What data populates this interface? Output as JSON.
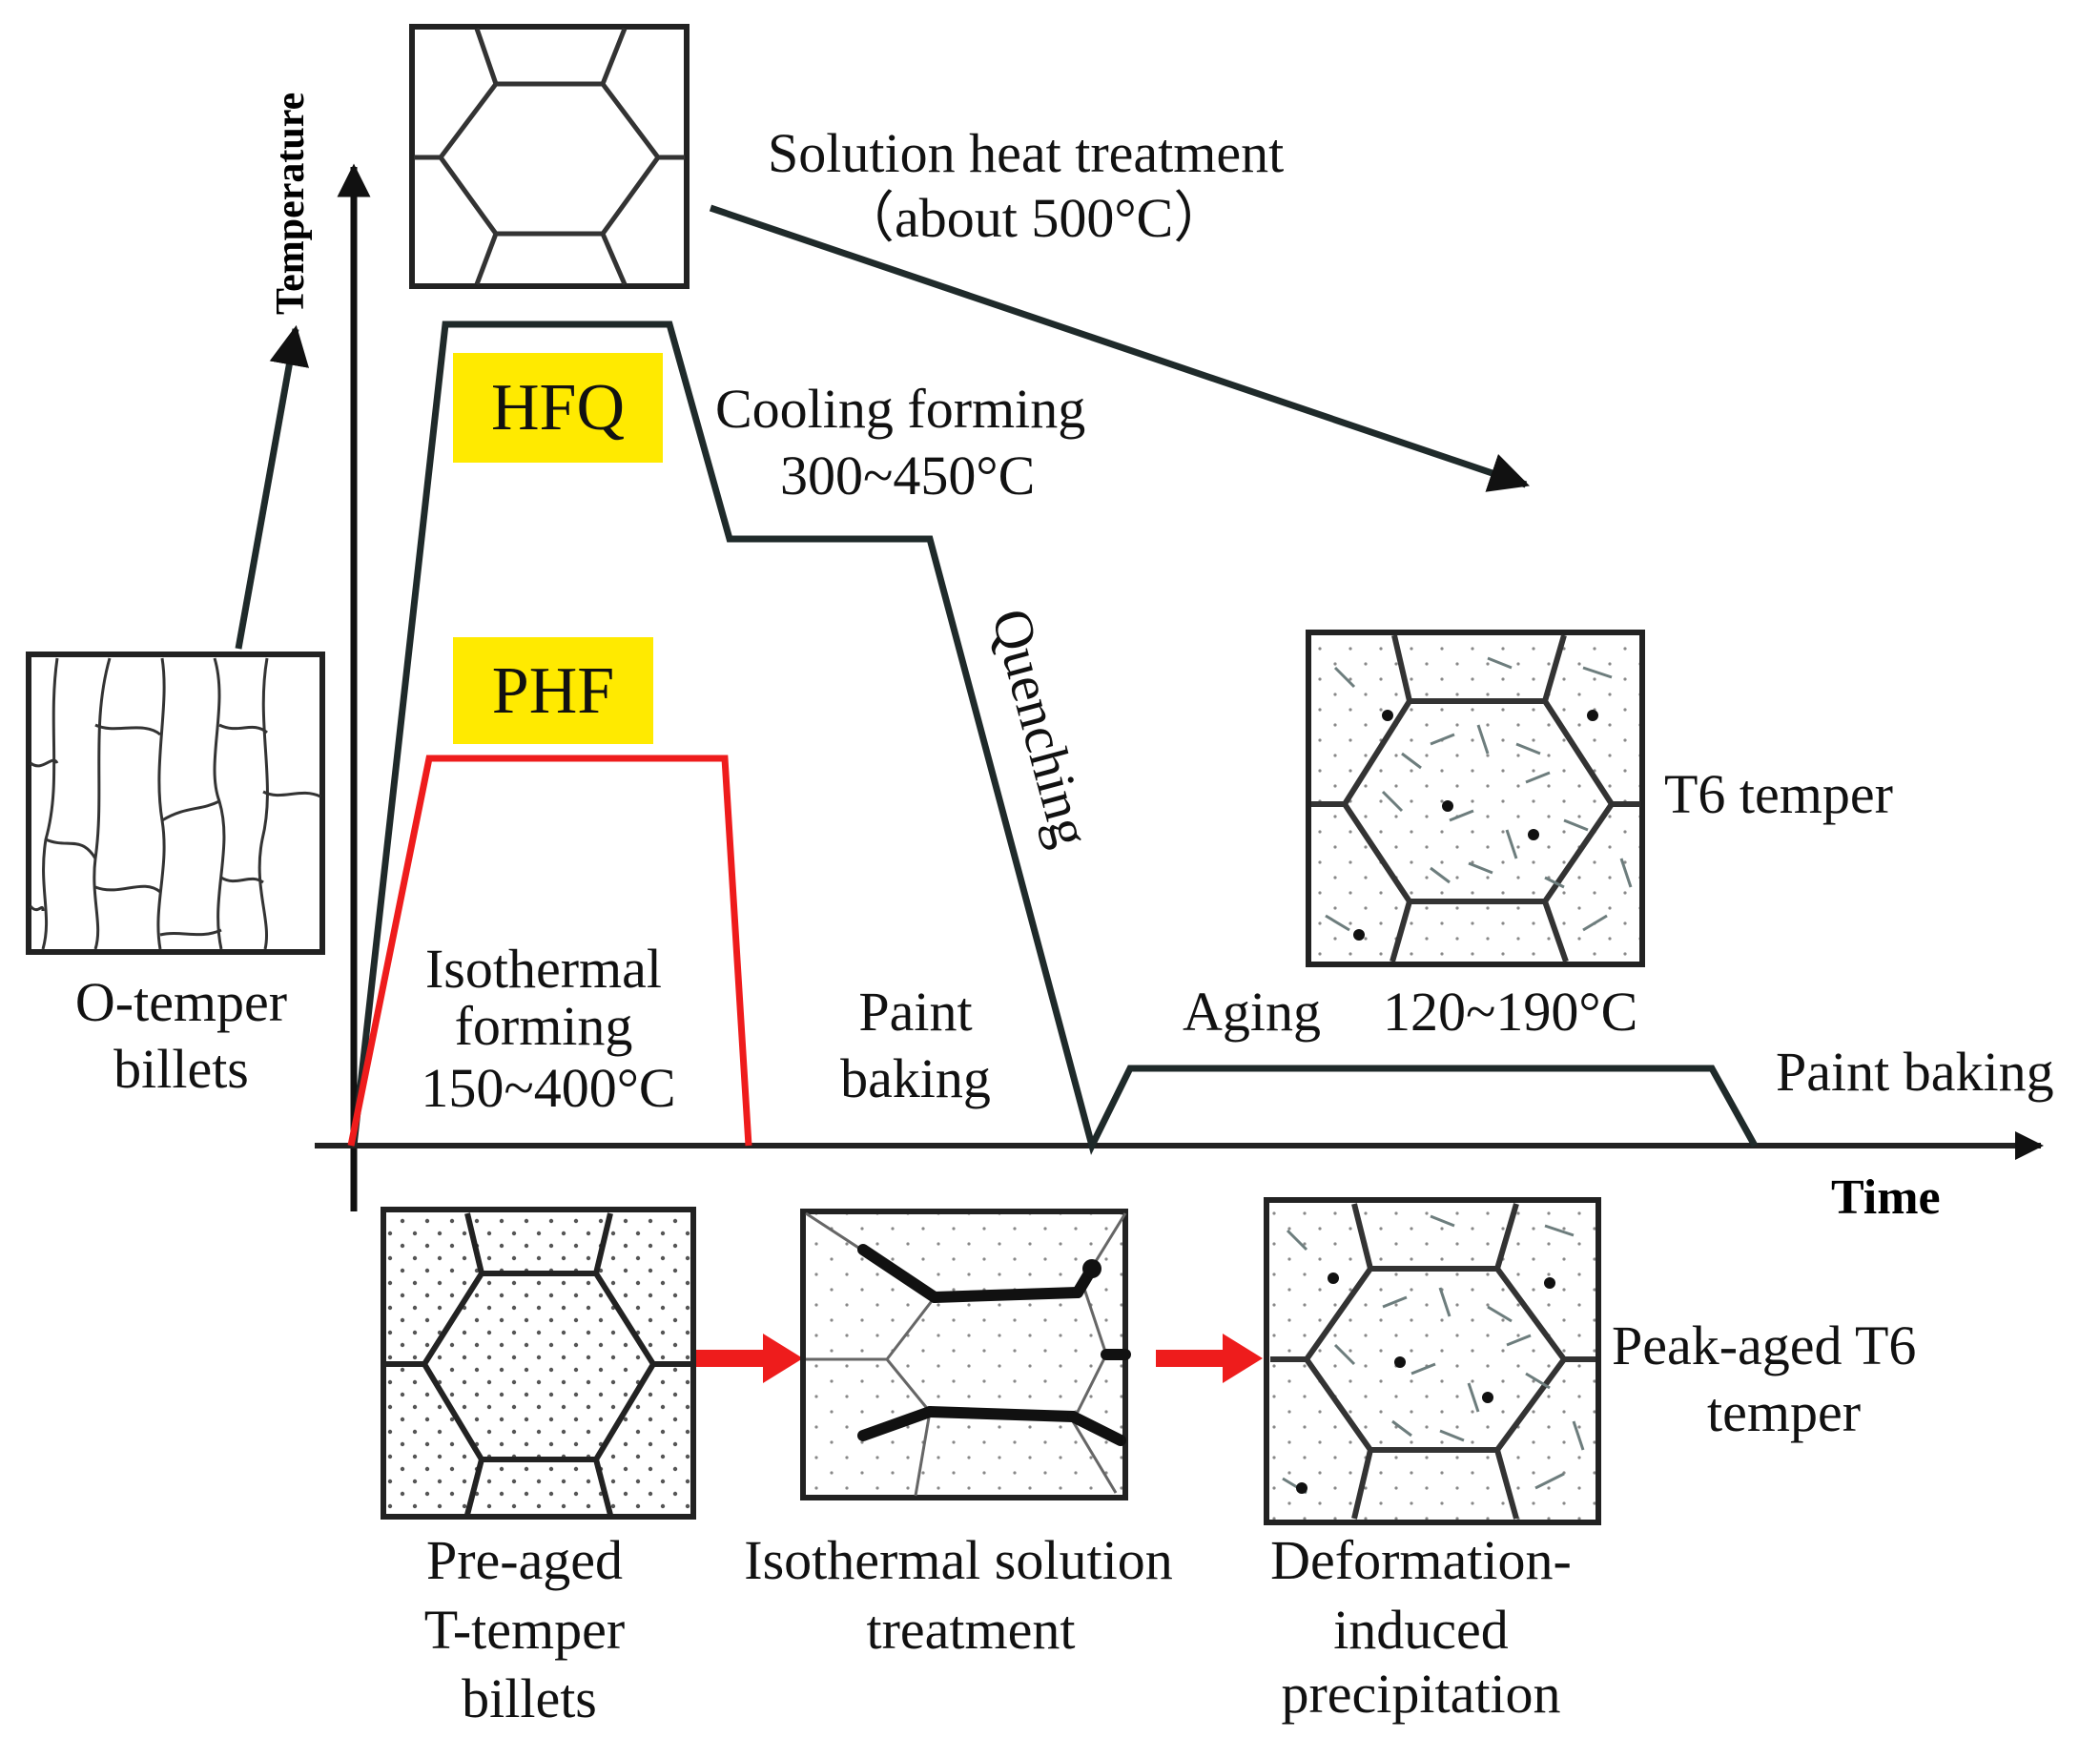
{
  "axes": {
    "y_label": "Temperature",
    "x_label": "Time"
  },
  "processes": {
    "hfq": "HFQ",
    "phf": "PHF"
  },
  "labels": {
    "solution_line1": "Solution heat treatment",
    "solution_line2": "（about 500°C）",
    "cooling_line1": "Cooling forming",
    "cooling_line2": "300~450°C",
    "quenching": "Quenching",
    "t6_temper": "T6 temper",
    "aging": "Aging",
    "aging_temp": "120~190°C",
    "paint_baking_right": "Paint baking",
    "paint_baking_mid_line1": "Paint",
    "paint_baking_mid_line2": "baking",
    "isothermal_line1": "Isothermal",
    "isothermal_line2": "forming",
    "isothermal_line3": "150~400°C",
    "o_temper_line1": "O-temper",
    "o_temper_line2": "billets",
    "preaged_line1": "Pre-aged",
    "preaged_line2": "T-temper",
    "preaged_line3": "billets",
    "iso_solution_line1": "Isothermal solution",
    "iso_solution_line2": "treatment",
    "deformation_line1": "Deformation-",
    "deformation_line2": "induced",
    "deformation_line3": "precipitation",
    "peak_aged_line1": "Peak-aged T6",
    "peak_aged_line2": "temper"
  },
  "colors": {
    "hfq_curve": "#1f2a2a",
    "phf_curve": "#ee1c1c",
    "badge_fill": "#ffea00",
    "flow_arrow": "#ee1c1c"
  },
  "icons": {
    "coarse_grains": "elongated-grain-microstructure",
    "solution_grain": "hexagonal-grain-microstructure",
    "t6_grain": "hexagonal-grain-with-precipitates",
    "preaged_grain": "dotted-hexagonal-grain",
    "iso_solution_grain": "deformed-hexagonal-grain",
    "deformation_grain": "hexagonal-grain-with-needles"
  }
}
